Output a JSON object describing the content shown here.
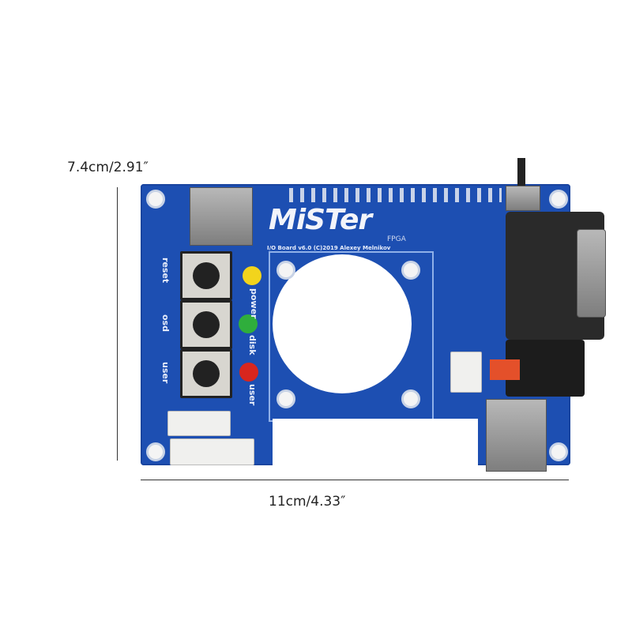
{
  "dimensions": {
    "height_label": "7.4cm/2.91″",
    "width_label": "11cm/4.33″"
  },
  "board": {
    "logo": "MiSTer",
    "logo_sub": "FPGA",
    "subtitle": "I/O Board v6.0 (C)2019 Alexey Melnikov",
    "button_labels": [
      "reset",
      "osd",
      "user"
    ],
    "led_labels": [
      "power",
      "disk",
      "user"
    ],
    "led_colors": [
      "#f2d41c",
      "#2fae3c",
      "#d8261e"
    ],
    "board_color": "#1d4fb2"
  }
}
